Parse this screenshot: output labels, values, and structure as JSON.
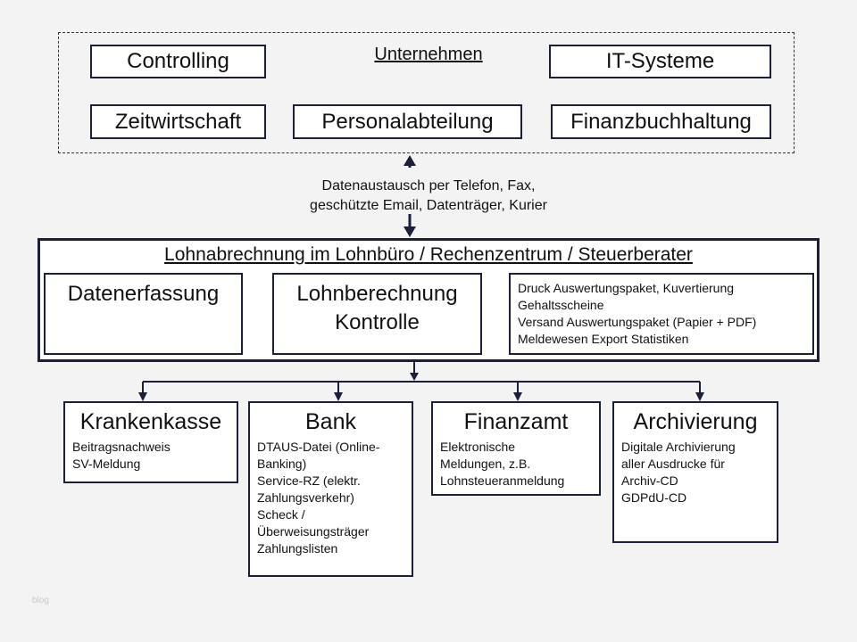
{
  "company": {
    "title": "Unternehmen",
    "boxes": {
      "controlling": "Controlling",
      "it": "IT-Systeme",
      "time": "Zeitwirtschaft",
      "hr": "Personalabteilung",
      "finance": "Finanzbuchhaltung"
    }
  },
  "exchange": {
    "line1": "Datenaustausch per Telefon, Fax,",
    "line2": "geschützte Email, Datenträger, Kurier"
  },
  "payroll": {
    "title": "Lohnabrechnung im Lohnbüro / Rechenzentrum / Steuerberater",
    "capture": "Datenerfassung",
    "calc_line1": "Lohnberechnung",
    "calc_line2": "Kontrolle",
    "tasks": [
      "Druck Auswertungspaket,  Kuvertierung",
      "Gehaltsscheine",
      "Versand Auswertungspaket  (Papier + PDF)",
      "Meldewesen Export Statistiken"
    ]
  },
  "destinations": [
    {
      "title": "Krankenkasse",
      "lines": [
        "Beitragsnachweis",
        "SV-Meldung"
      ]
    },
    {
      "title": "Bank",
      "lines": [
        "DTAUS-Datei (Online-",
        "Banking)",
        "Service-RZ (elektr.",
        "Zahlungsverkehr)",
        "Scheck /",
        "Überweisungsträger",
        "Zahlungslisten"
      ]
    },
    {
      "title": "Finanzamt",
      "lines": [
        "Elektronische",
        "Meldungen,  z.B.",
        "Lohnsteueranmeldung"
      ]
    },
    {
      "title": "Archivierung",
      "lines": [
        "Digitale Archivierung",
        "aller Ausdrucke für",
        "Archiv-CD",
        "GDPdU-CD"
      ]
    }
  ],
  "watermark": "blog",
  "colors": {
    "border": "#1b1f3a",
    "background": "#f3f3f3"
  }
}
